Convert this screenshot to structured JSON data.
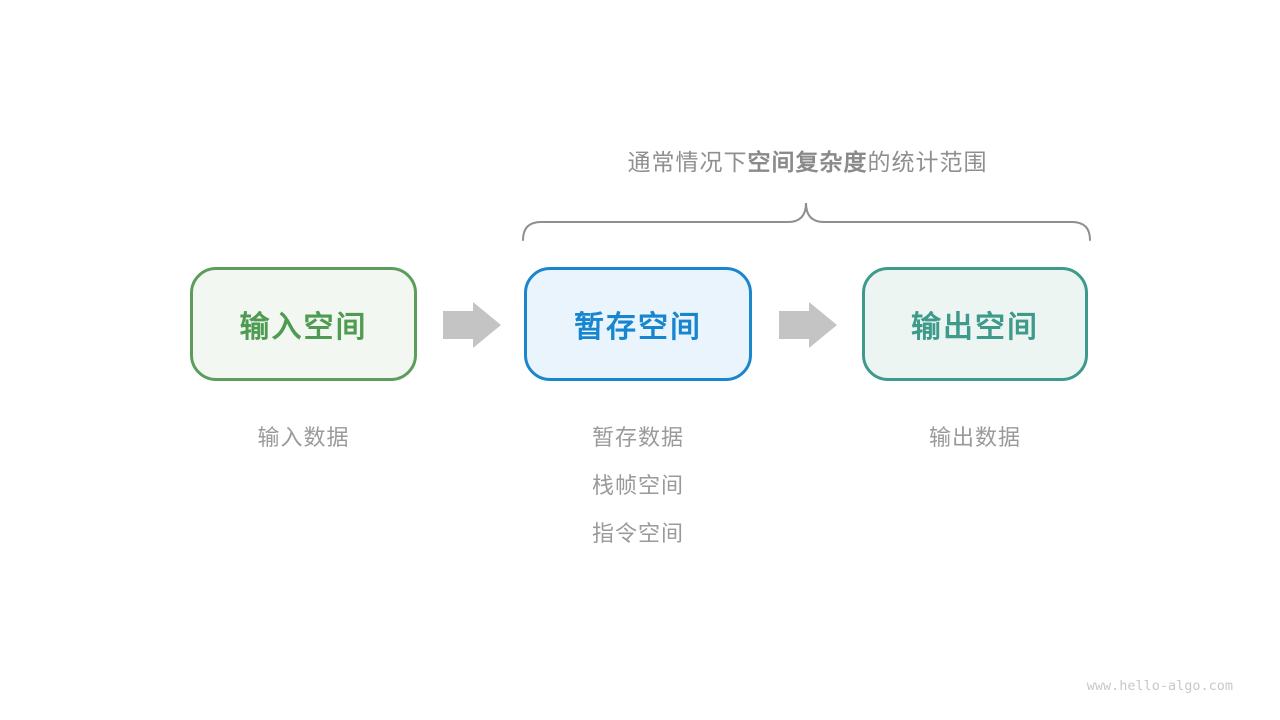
{
  "title": {
    "prefix": "通常情况下",
    "bold": "空间复杂度",
    "suffix": "的统计范围"
  },
  "boxes": [
    {
      "label": "输入空间",
      "border_color": "#5c9d5c",
      "bg_color": "#f2f8f1",
      "text_color": "#4f9b52"
    },
    {
      "label": "暂存空间",
      "border_color": "#1c86cd",
      "bg_color": "#e9f4fc",
      "text_color": "#1886cf"
    },
    {
      "label": "输出空间",
      "border_color": "#3e9a8b",
      "bg_color": "#edf5f3",
      "text_color": "#3e9a8b"
    }
  ],
  "notes": {
    "input": [
      "输入数据"
    ],
    "temp": [
      "暂存数据",
      "栈帧空间",
      "指令空间"
    ],
    "output": [
      "输出数据"
    ]
  },
  "icons": {
    "arrow_right": "arrow-right-icon",
    "brace": "horizontal-curly-brace-icon"
  },
  "colors": {
    "arrow": "#c4c4c4",
    "brace": "#8f8f8f",
    "title_text": "#8f8f8f",
    "note_text": "#9a9a9a",
    "watermark_text": "#c8c8c8",
    "background": "#ffffff"
  },
  "watermark": "www.hello-algo.com"
}
